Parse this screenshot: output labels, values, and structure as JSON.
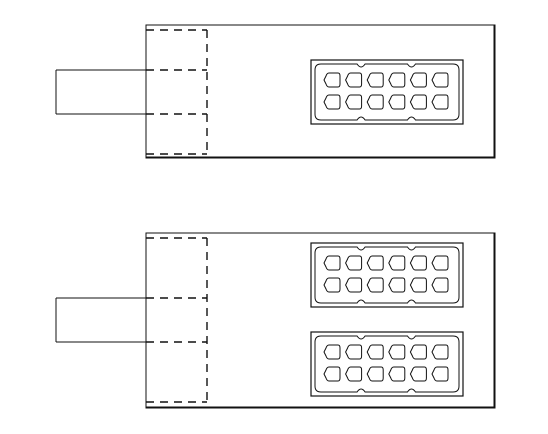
{
  "diagram": {
    "assemblies": [
      {
        "name": "single-connector-assembly",
        "connectors": [
          {
            "rows": 2,
            "cols": 6
          }
        ]
      },
      {
        "name": "dual-connector-assembly",
        "connectors": [
          {
            "rows": 2,
            "cols": 6
          },
          {
            "rows": 2,
            "cols": 6
          }
        ]
      }
    ],
    "colors": {
      "stroke": "#111111",
      "background": "#ffffff"
    }
  }
}
